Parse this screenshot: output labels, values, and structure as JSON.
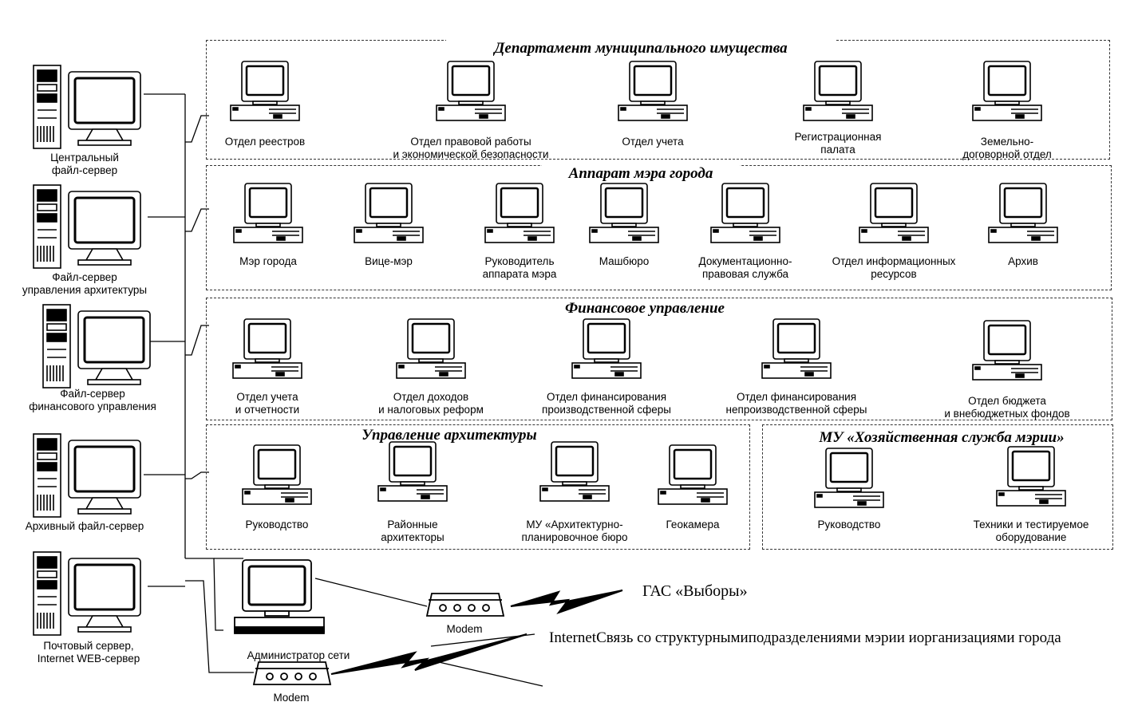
{
  "servers": [
    {
      "id": "central",
      "lines": [
        "Центральный",
        "файл-сервер"
      ]
    },
    {
      "id": "arch",
      "lines": [
        "Файл-сервер",
        "управления архитектуры"
      ]
    },
    {
      "id": "fin",
      "lines": [
        "Файл-сервер",
        "финансового управления"
      ]
    },
    {
      "id": "archive",
      "lines": [
        "Архивный файл-сервер"
      ]
    },
    {
      "id": "mail",
      "lines": [
        "Почтовый сервер,",
        "Internet WEB-сервер"
      ]
    }
  ],
  "groups": {
    "dmi": {
      "title": "Департамент муниципального имущества",
      "items": [
        {
          "lines": [
            "Отдел реестров"
          ]
        },
        {
          "lines": [
            "Отдел правовой работы",
            "и экономической безопасности"
          ]
        },
        {
          "lines": [
            "Отдел учета"
          ]
        },
        {
          "lines": [
            "Регистрационная",
            "палата"
          ]
        },
        {
          "lines": [
            "Земельно-",
            "договорной отдел"
          ]
        }
      ]
    },
    "mayor": {
      "title": "Аппарат мэра города",
      "items": [
        {
          "lines": [
            "Мэр города"
          ]
        },
        {
          "lines": [
            "Вице-мэр"
          ]
        },
        {
          "lines": [
            "Руководитель",
            "аппарата мэра"
          ]
        },
        {
          "lines": [
            "Машбюро"
          ]
        },
        {
          "lines": [
            "Документационно-",
            "правовая служба"
          ]
        },
        {
          "lines": [
            "Отдел информационных",
            "ресурсов"
          ]
        },
        {
          "lines": [
            "Архив"
          ]
        }
      ]
    },
    "finance": {
      "title": "Финансовое управление",
      "items": [
        {
          "lines": [
            "Отдел учета",
            "и отчетности"
          ]
        },
        {
          "lines": [
            "Отдел доходов",
            "и налоговых реформ"
          ]
        },
        {
          "lines": [
            "Отдел финансирования",
            "производственной сферы"
          ]
        },
        {
          "lines": [
            "Отдел финансирования",
            "непроизводственной сферы"
          ]
        },
        {
          "lines": [
            "Отдел бюджета",
            "и внебюджетных фондов"
          ]
        }
      ]
    },
    "architecture": {
      "title": "Управление архитектуры",
      "items": [
        {
          "lines": [
            "Руководство"
          ]
        },
        {
          "lines": [
            "Районные",
            "архитекторы"
          ]
        },
        {
          "lines": [
            "МУ «Архитектурно-",
            "планировочное бюро"
          ]
        },
        {
          "lines": [
            "Геокамера"
          ]
        }
      ]
    },
    "household": {
      "title": "МУ «Хозяйственная служба мэрии»",
      "items": [
        {
          "lines": [
            "Руководство"
          ]
        },
        {
          "lines": [
            "Техники и тестируемое",
            "оборудование"
          ]
        }
      ]
    }
  },
  "admin": {
    "label": "Администратор сети"
  },
  "modem_upper": {
    "label": "Modem"
  },
  "modem_lower": {
    "label": "Modem"
  },
  "gas": {
    "label": "ГАС «Выборы»"
  },
  "internet": {
    "lines": [
      "Internet",
      "Связь со структурными",
      "подразделениями мэрии и",
      "организациями города"
    ]
  }
}
